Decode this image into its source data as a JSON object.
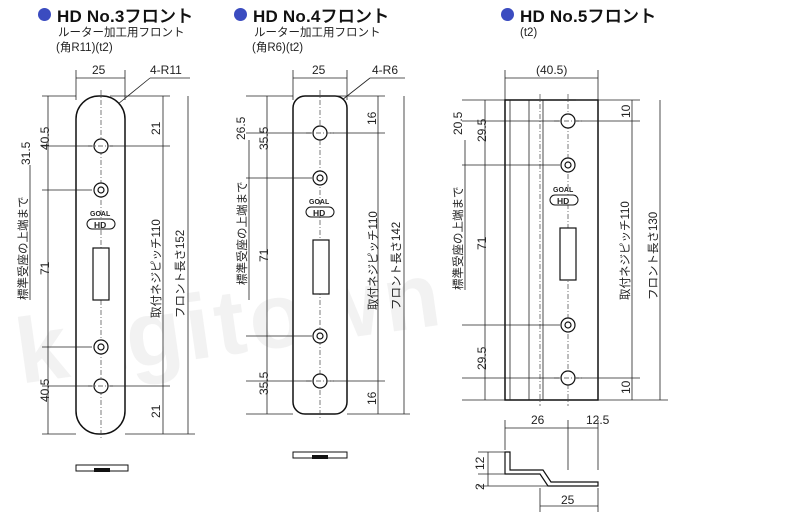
{
  "headers": {
    "no3": "HD No.3フロント",
    "no4": "HD No.4フロント",
    "no5": "HD No.5フロント"
  },
  "subs": {
    "no3_line1": "ルーター加工用フロント",
    "no3_line2": "(角R11)(t2)",
    "no4_line1": "ルーター加工用フロント",
    "no4_line2": "(角R6)(t2)",
    "no5_line1": "(t2)"
  },
  "watermark": "kagitown",
  "logo": {
    "top": "GOAL",
    "bottom": "HD"
  },
  "no3": {
    "width": "25",
    "corner": "4-R11",
    "left_top1": "31.5",
    "left_top2": "40.5",
    "left_mid": "71",
    "left_bot": "40.5",
    "right_top": "21",
    "right_bot": "21",
    "seat_label": "標準受座の上端まで",
    "pitch_label": "取付ネジピッチ110",
    "length_label": "フロント長さ152"
  },
  "no4": {
    "width": "25",
    "corner": "4-R6",
    "left_top1": "26.5",
    "left_top2": "35.5",
    "left_mid": "71",
    "left_bot": "35.5",
    "right_top": "16",
    "right_bot": "16",
    "seat_label": "標準受座の上端まで",
    "pitch_label": "取付ネジピッチ110",
    "length_label": "フロント長さ142"
  },
  "no5": {
    "width": "(40.5)",
    "left_top1": "20.5",
    "left_top2": "29.5",
    "left_mid": "71",
    "left_bot": "29.5",
    "right_top": "10",
    "right_bot": "10",
    "seat_label": "標準受座の上端まで",
    "pitch_label": "取付ネジピッチ110",
    "length_label": "フロント長さ130",
    "sec_26": "26",
    "sec_125": "12.5",
    "sec_12": "12",
    "sec_2": "2",
    "sec_25": "25"
  }
}
